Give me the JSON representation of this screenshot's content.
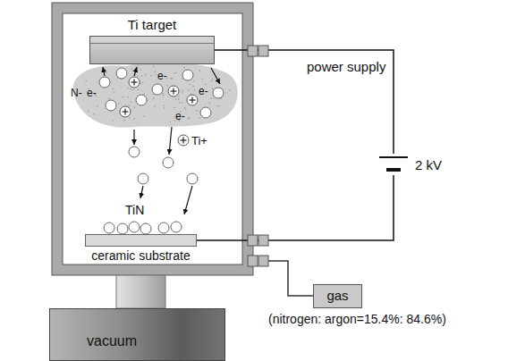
{
  "diagram": {
    "nodes": [
      {
        "text": [
          "Ti target"
        ]
      },
      {
        "text": [
          "ceramic substrate"
        ]
      },
      {
        "text": [
          "gas"
        ]
      },
      {
        "text": [
          "vacuum"
        ]
      }
    ],
    "edges": [
      {
        "from": 0,
        "to": 1,
        "arrow": "none"
      }
    ],
    "labels": [
      "N-",
      "e-",
      "e-",
      "e-",
      "e-",
      "Ti+",
      "TiN",
      "power supply",
      "2 kV",
      "(nitrogen: argon=15.4%: 84.6%)"
    ]
  }
}
